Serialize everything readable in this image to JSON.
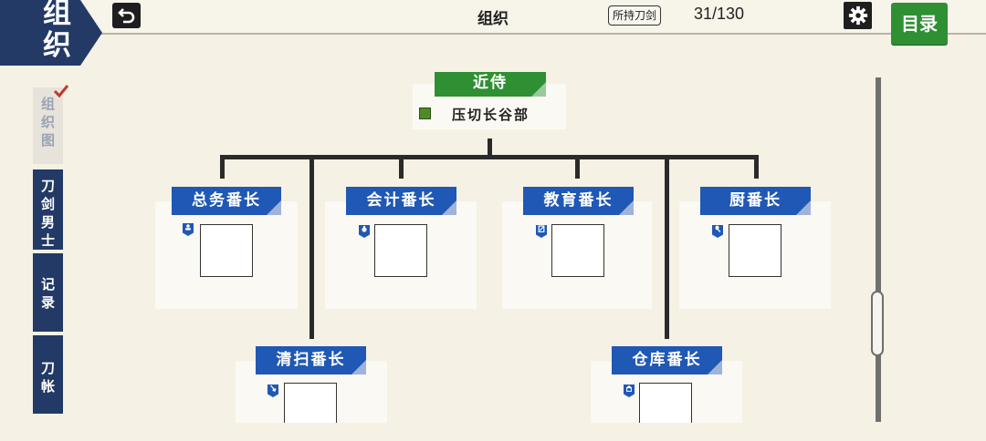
{
  "header": {
    "badge_title": "组织",
    "page_title": "组织",
    "owned_label": "所持刀剑",
    "owned_count": "31/130",
    "index_button": "目录"
  },
  "side_tabs": [
    {
      "label": "组织图",
      "active": true
    },
    {
      "label": "刀剑男士",
      "active": false
    },
    {
      "label": "记录",
      "active": false
    },
    {
      "label": "刀帐",
      "active": false
    }
  ],
  "chart": {
    "top": {
      "title": "近侍",
      "member": "压切长谷部"
    },
    "positions": [
      {
        "title": "总务番长",
        "icon": "person-icon"
      },
      {
        "title": "会计番长",
        "icon": "coin-bag-icon"
      },
      {
        "title": "教育番长",
        "icon": "notebook-icon"
      },
      {
        "title": "厨番长",
        "icon": "spoon-icon"
      },
      {
        "title": "清扫番长",
        "icon": "broom-icon"
      },
      {
        "title": "仓库番长",
        "icon": "storehouse-icon"
      }
    ]
  },
  "colors": {
    "accent_blue": "#1f58b5",
    "navy": "#233a66",
    "green": "#2f8f33"
  }
}
